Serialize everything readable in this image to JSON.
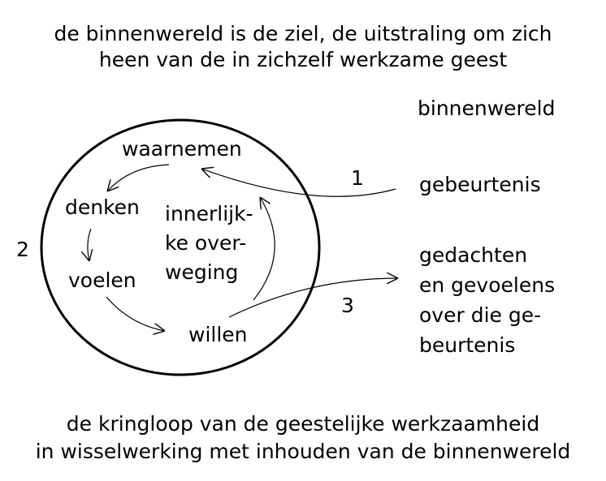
{
  "title": [
    "de binnenwereld is de ziel, de uitstraling om zich",
    "heen van de in zichzelf werkzame geest"
  ],
  "right": {
    "header": "binnenwereld",
    "event": "gebeurtenis",
    "thoughts": [
      "gedachten",
      "en gevoelens",
      "over die ge-",
      "beurtenis"
    ]
  },
  "cycle": {
    "perceive": "waarnemen",
    "think": "denken",
    "feel": "voelen",
    "will": "willen",
    "center": [
      "innerlijk-",
      "ke over-",
      "weging"
    ]
  },
  "numbers": {
    "one": "1",
    "two": "2",
    "three": "3"
  },
  "caption": [
    "de kringloop van de geestelijke werkzaamheid",
    "in wisselwerking met inhouden van de binnenwereld"
  ]
}
